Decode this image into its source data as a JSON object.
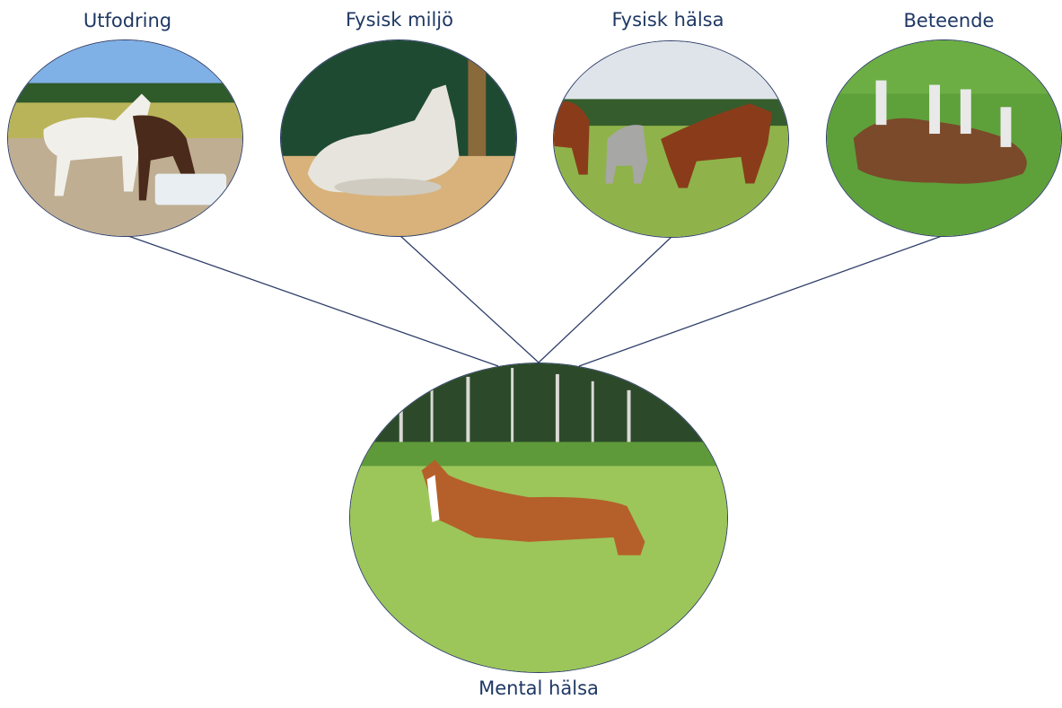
{
  "diagram": {
    "top_nodes": [
      {
        "label": "Utfodring"
      },
      {
        "label": "Fysisk miljö"
      },
      {
        "label": "Fysisk hälsa"
      },
      {
        "label": "Beteende"
      }
    ],
    "center_node": {
      "label": "Mental hälsa"
    },
    "line_color": "#2f3f6a",
    "text_color": "#1f3864"
  }
}
